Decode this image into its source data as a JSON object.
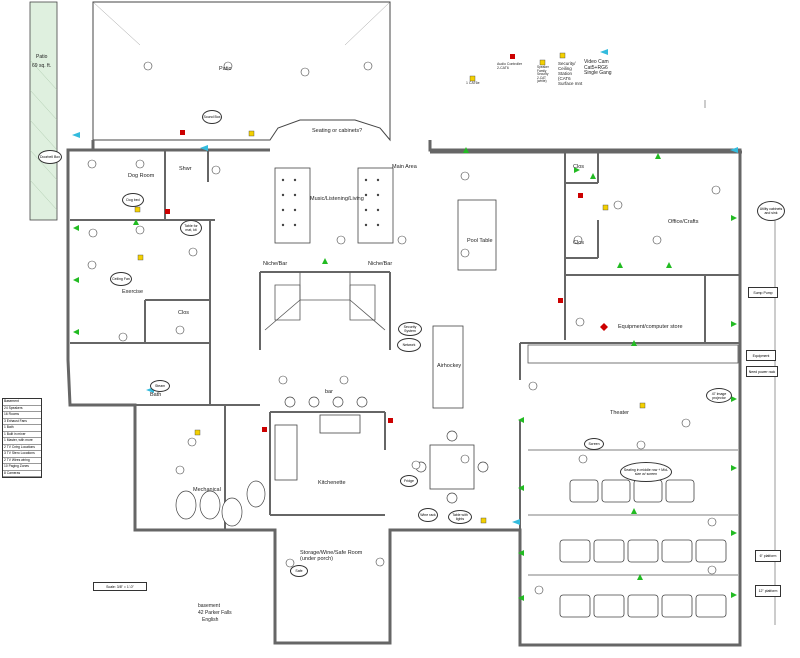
{
  "patio_side": {
    "title": "Patio",
    "area": "69 sq. ft."
  },
  "rooms": {
    "patio": "Patio",
    "seating": "Seating or cabinets?",
    "main_area": "Main Area",
    "music": "Music/Listening/Living",
    "dog_room": "Dog Room",
    "shwr": "Shwr",
    "exercise": "Exercise",
    "clos_left": "Clos",
    "bath": "Bath",
    "niche_left": "Niche/Bar",
    "niche_right": "Niche/Bar",
    "pool_table": "Pool Table",
    "airhockey": "Airhockey",
    "bar": "bar",
    "kitchenette": "Kitchenette",
    "mechanical": "Mechanical",
    "storage": "Storage/Wine/Safe Room\n(under porch)",
    "clos_top": "Clos",
    "clos_mid": "Clos",
    "office": "Office/Crafts",
    "equipment": "Equipment/computer store",
    "theater": "Theater"
  },
  "title_block": {
    "line1": "basement",
    "line2": "42 Parker Falls",
    "line3": "English"
  },
  "scale_label": "Scale: 3/8\" = 1'-0\"",
  "key": {
    "item1": "Audio Controller\n2-CAT6",
    "item2": "Speaker\nFamily\nSecurity\n2-CAT\n(white)",
    "item3": "Security/\nCeiling\nStation\n(CAT6\nSurface mnt",
    "item4": "Video Cam\nCat5+RG6\nSingle Gang",
    "item5": "1 CAT6e"
  },
  "legend": [
    "Basement",
    "24 Speakers",
    "16 Rooms",
    "3 Exhaust Fans",
    "1 Bath",
    "1 Built in mixer",
    "1 Master, with more",
    "2 TV Cntrg Locations",
    "3 TV Stero Locations",
    "2 TV Wires wiring",
    "10 Paging Zones",
    "8 Cameras"
  ],
  "notes": {
    "door_bell": "Doorbell Box",
    "sound_box": "Sound Box",
    "dog_note": "Dog bed",
    "ex_note1": "Table for mat, kit",
    "ex_note2": "Ceiling Fan",
    "bath_note": "Steam",
    "niche_note1": "Security System",
    "niche_note2": "Network",
    "equip_box": "Equipment",
    "equip_box2": "Need power rack",
    "theater_note": "47 Image projector",
    "theater_note2": "Seating in middle row + Mid-size w/ screen",
    "theater_note3": "Screen",
    "office_note": "Utility cabinets and sink",
    "sump": "Sump Pump",
    "kitchen_note": "Fridge",
    "table_note1": "Wine rack",
    "table_note2": "Table with lights",
    "storage_note": "Safe",
    "plat1": "6\" platform",
    "plat2": "12\" platform"
  }
}
